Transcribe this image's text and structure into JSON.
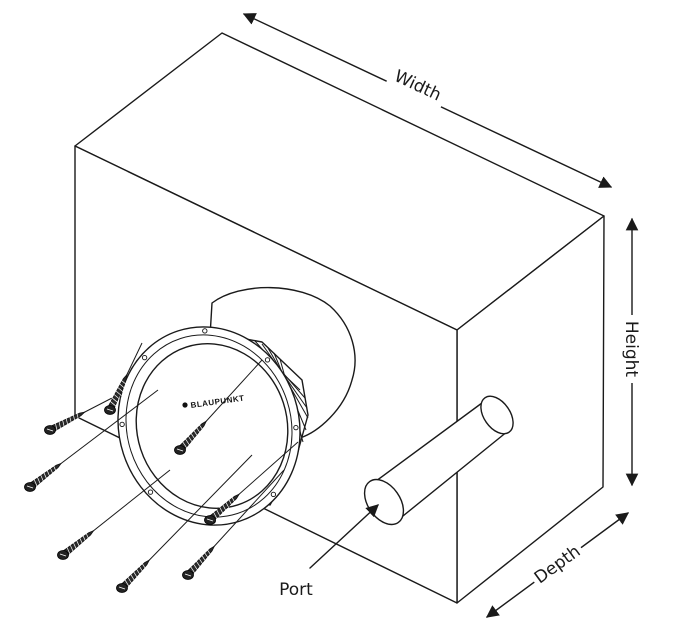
{
  "diagram": {
    "labels": {
      "width": "Width",
      "height": "Height",
      "depth": "Depth",
      "port": "Port"
    },
    "brand": "BLAUPUNKT",
    "screw_count": 8
  }
}
